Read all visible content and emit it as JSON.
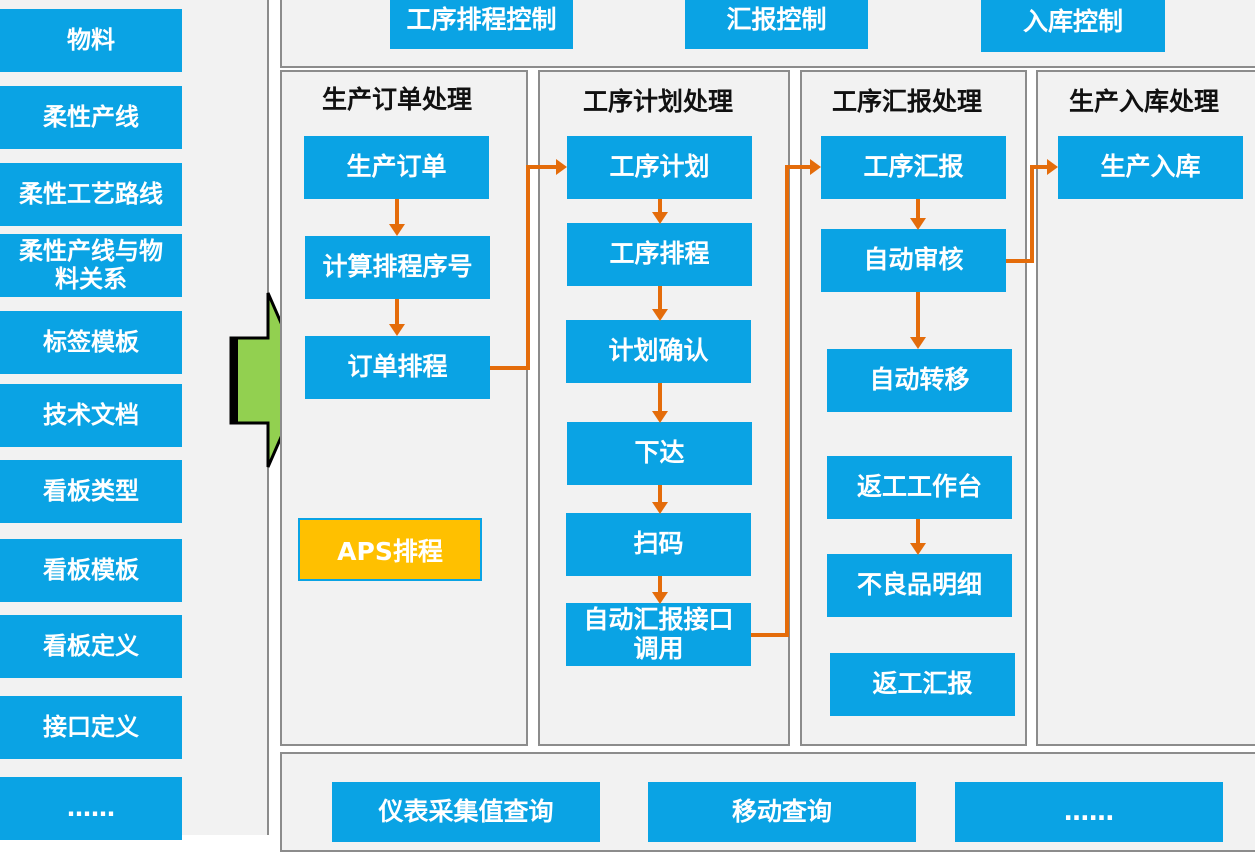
{
  "sidebar": {
    "items": [
      "物料",
      "柔性产线",
      "柔性工艺路线",
      "柔性产线与物料关系",
      "标签模板",
      "技术文档",
      "看板类型",
      "看板模板",
      "看板定义",
      "接口定义",
      "……"
    ]
  },
  "top_controls": [
    "工序排程控制",
    "汇报控制",
    "入库控制"
  ],
  "columns": {
    "order": {
      "title": "生产订单处理",
      "steps": [
        "生产订单",
        "计算排程序号",
        "订单排程"
      ],
      "aps": "APS排程"
    },
    "plan": {
      "title": "工序计划处理",
      "steps": [
        "工序计划",
        "工序排程",
        "计划确认",
        "下达",
        "扫码",
        "自动汇报接口调用"
      ]
    },
    "report": {
      "title": "工序汇报处理",
      "steps": [
        "工序汇报",
        "自动审核",
        "自动转移",
        "返工工作台",
        "不良品明细",
        "返工汇报"
      ]
    },
    "stock": {
      "title": "生产入库处理",
      "steps": [
        "生产入库"
      ]
    }
  },
  "bottom_queries": [
    "仪表采集值查询",
    "移动查询",
    "……"
  ],
  "colors": {
    "box": "#0aa3e4",
    "arrow": "#e46c0a",
    "aps": "#ffc000",
    "big_arrow": "#92d050",
    "panel": "#f2f2f2"
  }
}
